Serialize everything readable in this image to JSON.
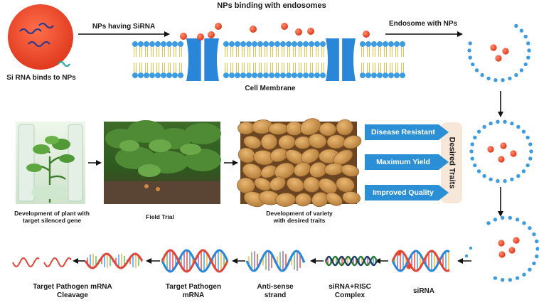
{
  "labels": {
    "sirna_binds": "Si RNA binds to NPs",
    "nps_having": "NPs having SiRNA",
    "binding_endosomes": "NPs binding with endosomes",
    "cell_membrane": "Cell Membrane",
    "endosome_with_nps": "Endosome with NPs",
    "dev_plant": [
      "Development of plant with",
      "target silenced gene"
    ],
    "field_trial": "Field Trial",
    "dev_variety": [
      "Development of variety",
      "with desired traits"
    ],
    "sirna": "siRNA",
    "sirna_risc": [
      "siRNA+RISC",
      "Complex"
    ],
    "antisense": [
      "Anti-sense",
      "strand"
    ],
    "target_mrna": [
      "Target Pathogen",
      "mRNA"
    ],
    "cleavage": [
      "Target Pathogen mRNA",
      "Cleavage"
    ]
  },
  "traits": {
    "items": [
      "Disease Resistant",
      "Maximum Yield",
      "Improved Quality"
    ],
    "heading": "Desired Traits"
  },
  "colors": {
    "np_red": "#e8452c",
    "membrane_blue": "#3d9be0",
    "channel_blue": "#2a86d8",
    "tail_yellow": "#e7c14a",
    "trait_blue": "#2b8fd6",
    "trait_box": "#f7e7d8"
  }
}
